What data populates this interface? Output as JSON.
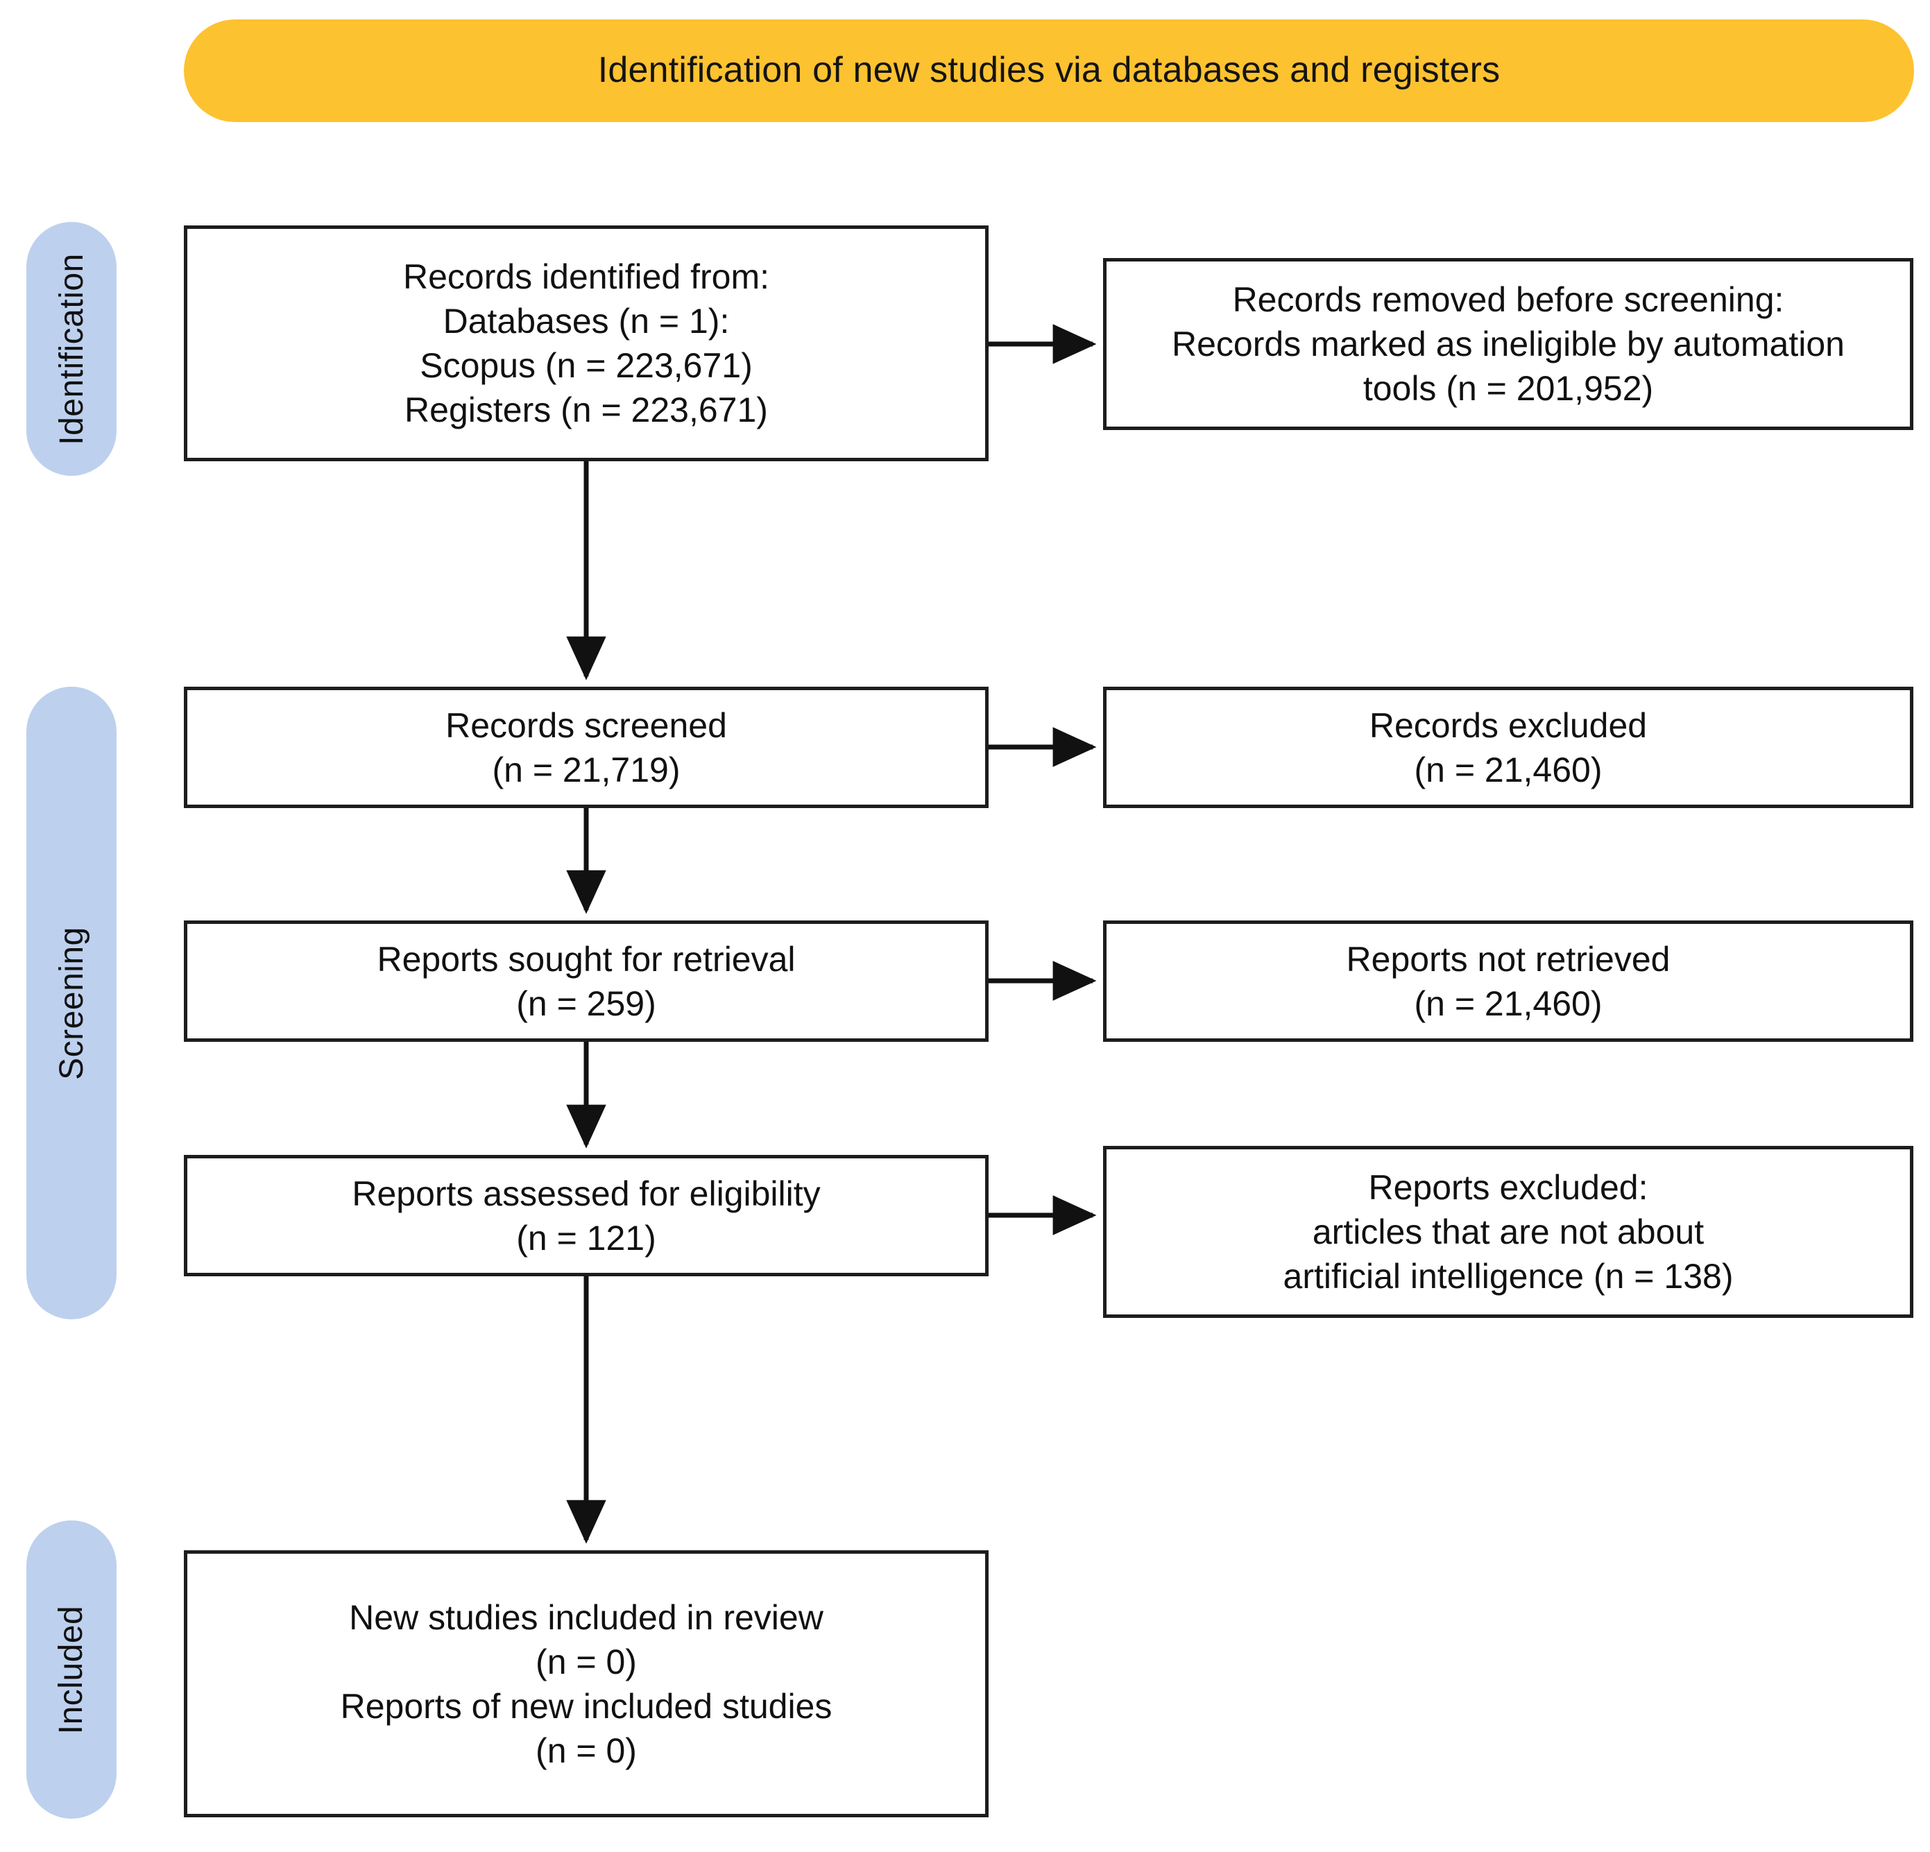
{
  "header": {
    "title": "Identification of new studies via databases and registers",
    "color": "#FDC230"
  },
  "phases": {
    "color": "#BDD0EE",
    "identification": "Identification",
    "screening": "Screening",
    "included": "Included"
  },
  "boxes": {
    "identified": {
      "lines": [
        "Records identified from:",
        "Databases (n = 1):",
        "Scopus (n = 223,671)",
        "Registers (n = 223,671)"
      ]
    },
    "removed": {
      "lines": [
        "Records removed before screening:",
        "Records marked as ineligible by automation",
        "tools (n = 201,952)"
      ]
    },
    "screened": {
      "lines": [
        "Records screened",
        "(n = 21,719)"
      ]
    },
    "records_excluded": {
      "lines": [
        "Records excluded",
        "(n = 21,460)"
      ]
    },
    "sought": {
      "lines": [
        "Reports sought for retrieval",
        "(n = 259)"
      ]
    },
    "not_retrieved": {
      "lines": [
        "Reports not retrieved",
        "(n = 21,460)"
      ]
    },
    "assessed": {
      "lines": [
        "Reports assessed for eligibility",
        "(n = 121)"
      ]
    },
    "reports_excluded": {
      "lines": [
        "Reports excluded:",
        "articles that are not about",
        "artificial intelligence (n = 138)"
      ]
    },
    "included": {
      "lines": [
        "New studies included in review",
        "(n = 0)",
        "Reports of new included studies",
        "(n = 0)"
      ]
    }
  },
  "chart_data": {
    "type": "diagram",
    "title": "Identification of new studies via databases and registers",
    "nodes": [
      {
        "id": "identified",
        "phase": "Identification",
        "label": "Records identified from: Databases (n = 1): Scopus (n = 223,671) Registers (n = 223,671)",
        "n": 223671
      },
      {
        "id": "removed",
        "phase": "Identification",
        "label": "Records removed before screening: Records marked as ineligible by automation tools (n = 201,952)",
        "n": 201952
      },
      {
        "id": "screened",
        "phase": "Screening",
        "label": "Records screened (n = 21,719)",
        "n": 21719
      },
      {
        "id": "records_excluded",
        "phase": "Screening",
        "label": "Records excluded (n = 21,460)",
        "n": 21460
      },
      {
        "id": "sought",
        "phase": "Screening",
        "label": "Reports sought for retrieval (n = 259)",
        "n": 259
      },
      {
        "id": "not_retrieved",
        "phase": "Screening",
        "label": "Reports not retrieved (n = 21,460)",
        "n": 21460
      },
      {
        "id": "assessed",
        "phase": "Screening",
        "label": "Reports assessed for eligibility (n = 121)",
        "n": 121
      },
      {
        "id": "reports_excluded",
        "phase": "Screening",
        "label": "Reports excluded: articles that are not about artificial intelligence (n = 138)",
        "n": 138
      },
      {
        "id": "included",
        "phase": "Included",
        "label": "New studies included in review (n = 0) Reports of new included studies (n = 0)",
        "n": 0
      }
    ],
    "edges": [
      {
        "from": "identified",
        "to": "removed",
        "direction": "right"
      },
      {
        "from": "identified",
        "to": "screened",
        "direction": "down"
      },
      {
        "from": "screened",
        "to": "records_excluded",
        "direction": "right"
      },
      {
        "from": "screened",
        "to": "sought",
        "direction": "down"
      },
      {
        "from": "sought",
        "to": "not_retrieved",
        "direction": "right"
      },
      {
        "from": "sought",
        "to": "assessed",
        "direction": "down"
      },
      {
        "from": "assessed",
        "to": "reports_excluded",
        "direction": "right"
      },
      {
        "from": "assessed",
        "to": "included",
        "direction": "down"
      }
    ]
  }
}
